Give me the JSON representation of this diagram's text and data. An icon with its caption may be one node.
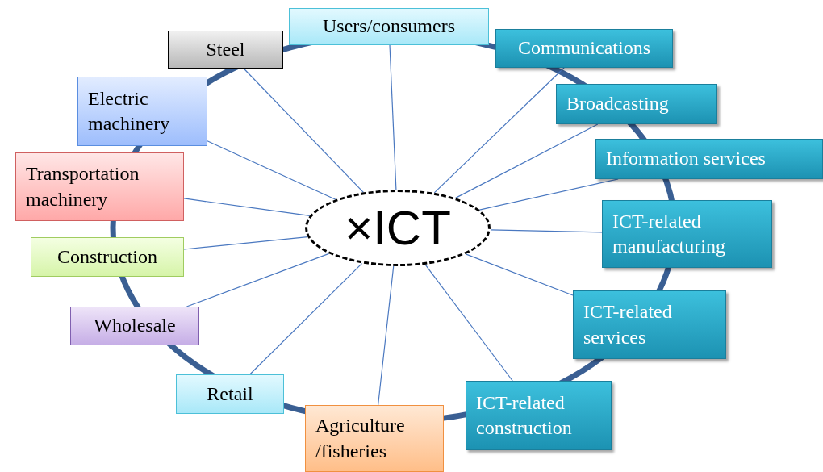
{
  "diagram": {
    "nodes": [
      {
        "text": [
          "×ICT"
        ]
      },
      {
        "text": [
          "Users/consumers"
        ]
      },
      {
        "text": [
          "Steel"
        ]
      },
      {
        "text": [
          "Communications"
        ]
      },
      {
        "text": [
          "Electric machinery"
        ]
      },
      {
        "text": [
          "Broadcasting"
        ]
      },
      {
        "text": [
          "Transportation machinery"
        ]
      },
      {
        "text": [
          "Information services"
        ]
      },
      {
        "text": [
          "ICT-related manufacturing"
        ]
      },
      {
        "text": [
          "Construction"
        ]
      },
      {
        "text": [
          "Wholesale"
        ]
      },
      {
        "text": [
          "ICT-related services"
        ]
      },
      {
        "text": [
          "Retail"
        ]
      },
      {
        "text": [
          "ICT-related construction"
        ]
      },
      {
        "text": [
          "Agriculture /fisheries"
        ]
      }
    ],
    "edges": [
      {
        "from": 0,
        "to": 1,
        "arrow": "none"
      },
      {
        "from": 0,
        "to": 2,
        "arrow": "none"
      },
      {
        "from": 0,
        "to": 3,
        "arrow": "none"
      },
      {
        "from": 0,
        "to": 4,
        "arrow": "none"
      },
      {
        "from": 0,
        "to": 5,
        "arrow": "none"
      },
      {
        "from": 0,
        "to": 6,
        "arrow": "none"
      },
      {
        "from": 0,
        "to": 7,
        "arrow": "none"
      },
      {
        "from": 0,
        "to": 8,
        "arrow": "none"
      },
      {
        "from": 0,
        "to": 9,
        "arrow": "none"
      },
      {
        "from": 0,
        "to": 10,
        "arrow": "none"
      },
      {
        "from": 0,
        "to": 11,
        "arrow": "none"
      },
      {
        "from": 0,
        "to": 12,
        "arrow": "none"
      },
      {
        "from": 0,
        "to": 13,
        "arrow": "none"
      },
      {
        "from": 0,
        "to": 14,
        "arrow": "none"
      }
    ]
  }
}
